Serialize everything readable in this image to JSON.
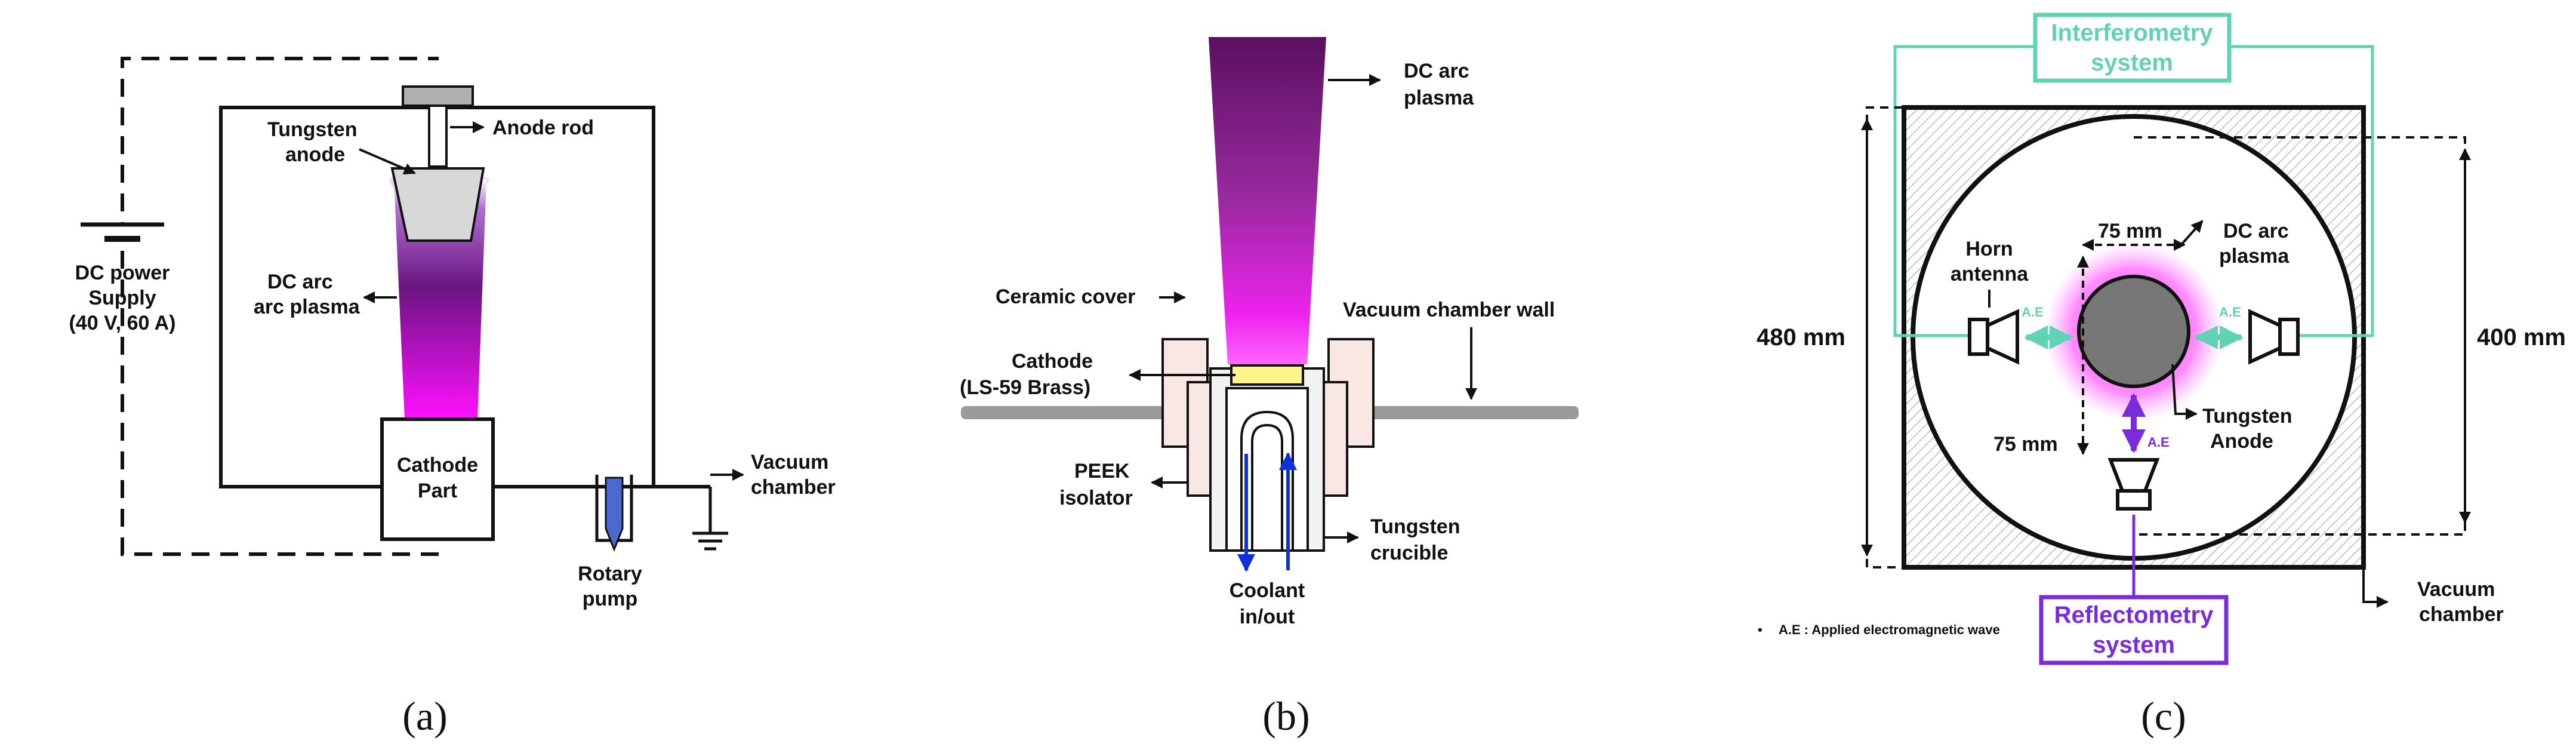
{
  "panel_a": {
    "power_supply_1": "DC power",
    "power_supply_2": "Supply",
    "power_supply_3": "(40 V, 60 A)",
    "tungsten_anode_1": "Tungsten",
    "tungsten_anode_2": "anode",
    "anode_rod": "Anode rod",
    "plasma_1": "DC arc",
    "plasma_2": "arc plasma",
    "cathode_part_1": "Cathode",
    "cathode_part_2": "Part",
    "vacuum_chamber_1": "Vacuum",
    "vacuum_chamber_2": "chamber",
    "rotary_pump_1": "Rotary",
    "rotary_pump_2": "pump",
    "caption": "(a)"
  },
  "panel_b": {
    "plasma_1": "DC arc",
    "plasma_2": "plasma",
    "ceramic_cover": "Ceramic cover",
    "vacuum_wall": "Vacuum chamber wall",
    "cathode_1": "Cathode",
    "cathode_2": "(LS-59 Brass)",
    "peek_1": "PEEK",
    "peek_2": "isolator",
    "crucible_1": "Tungsten",
    "crucible_2": "crucible",
    "coolant_1": "Coolant",
    "coolant_2": "in/out",
    "caption": "(b)"
  },
  "panel_c": {
    "interferometry_1": "Interferometry",
    "interferometry_2": "system",
    "reflectometry_1": "Reflectometry",
    "reflectometry_2": "system",
    "dim_480": "480 mm",
    "dim_400": "400 mm",
    "dim_75_top": "75 mm",
    "dim_75_left": "75 mm",
    "horn_1": "Horn",
    "horn_2": "antenna",
    "plasma_1": "DC arc",
    "plasma_2": "plasma",
    "anode_1": "Tungsten",
    "anode_2": "Anode",
    "ae_left": "A.E",
    "ae_right": "A.E",
    "ae_bottom": "A.E",
    "vacuum_1": "Vacuum",
    "vacuum_2": "chamber",
    "note_bullet": "•",
    "note": "A.E : Applied electromagnetic wave",
    "caption": "(c)"
  },
  "colors": {
    "interferometry": "#5fd3b3",
    "reflectometry": "#7a2bdc",
    "plasma_top": "#5a1060",
    "plasma_bottom": "#ff10ff",
    "coolant": "#1030e0",
    "pump": "#4a6ad0",
    "wall": "#9a9a9a",
    "anode_core": "#777777"
  }
}
